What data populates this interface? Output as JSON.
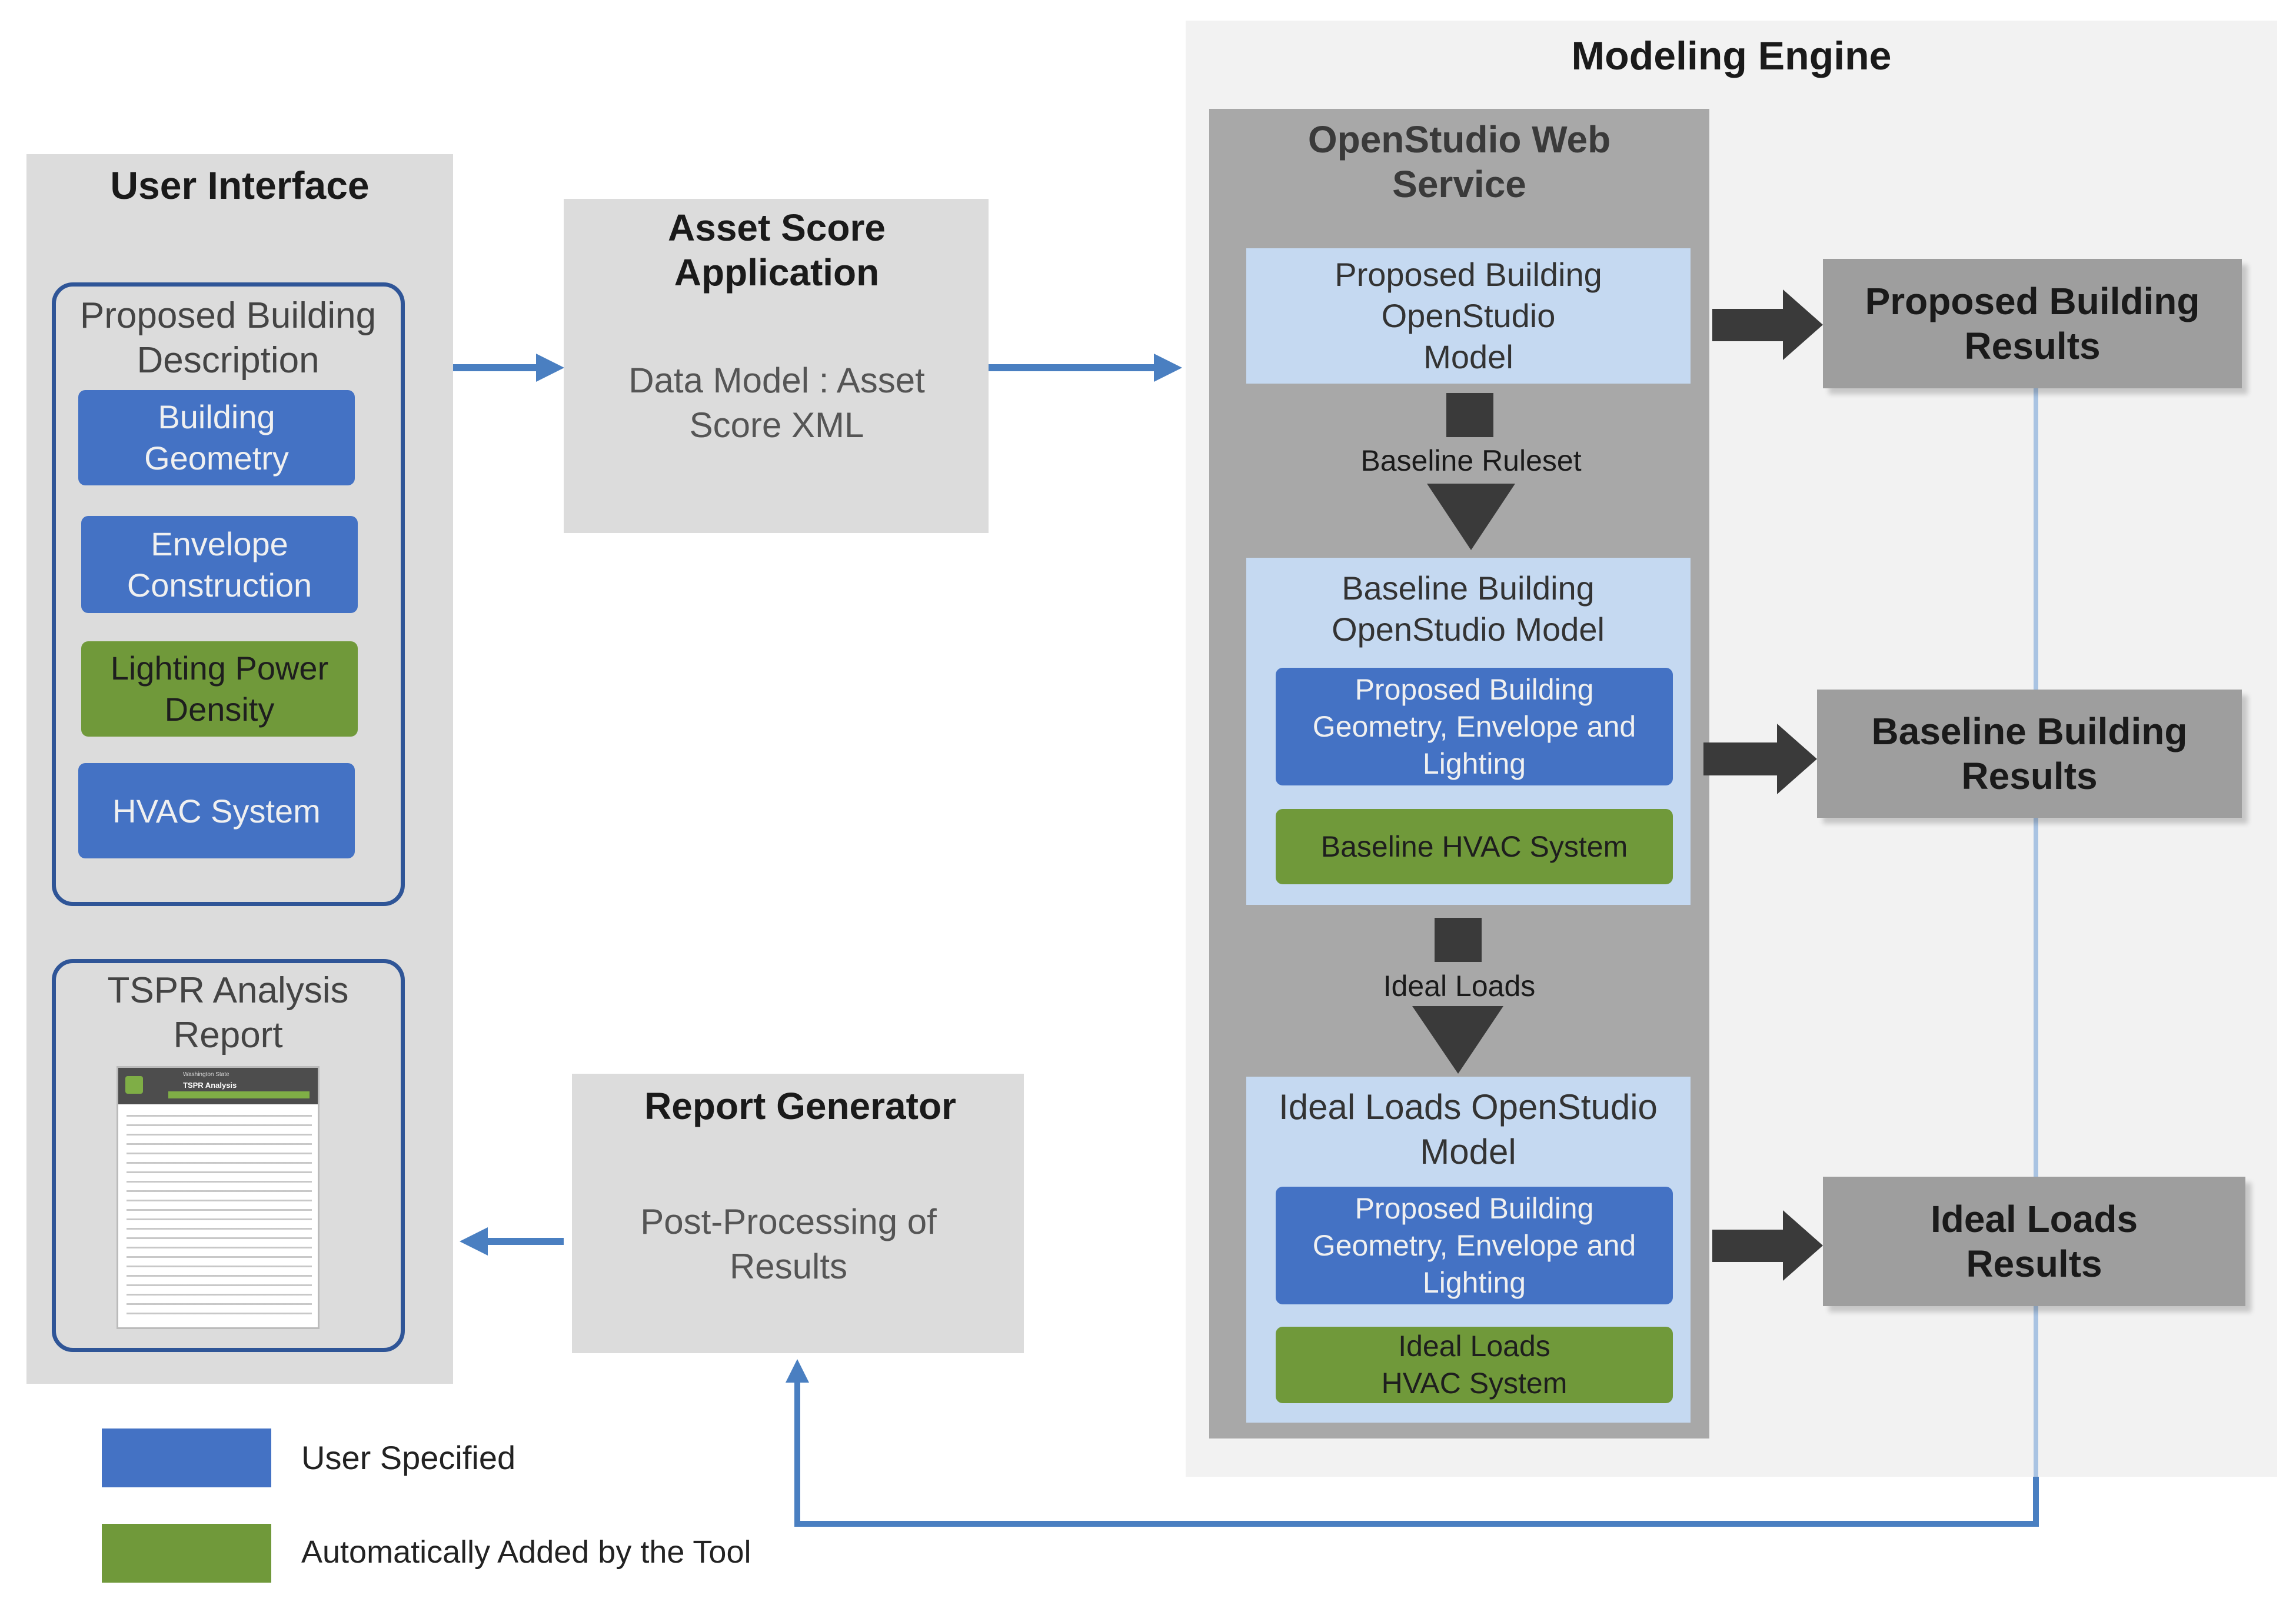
{
  "user_interface": {
    "title": "User Interface",
    "proposed_description": {
      "title": "Proposed Building Description",
      "items": [
        {
          "label": "Building Geometry",
          "kind": "user"
        },
        {
          "label": "Envelope Construction",
          "kind": "user"
        },
        {
          "label": "Lighting Power Density",
          "kind": "auto"
        },
        {
          "label": "HVAC System",
          "kind": "user"
        }
      ]
    },
    "report": {
      "title": "TSPR Analysis Report",
      "thumb_header_line1": "Washington State",
      "thumb_header_line2": "TSPR Analysis"
    }
  },
  "asset_score": {
    "title": "Asset Score Application",
    "body": "Data Model : Asset Score XML"
  },
  "report_generator": {
    "title": "Report Generator",
    "body": "Post-Processing of Results"
  },
  "modeling_engine": {
    "title": "Modeling Engine",
    "web_service": {
      "title": "OpenStudio Web Service",
      "proposed_model": "Proposed Building OpenStudio Model",
      "ruleset_label": "Baseline Ruleset",
      "baseline_model": {
        "title": "Baseline Building OpenStudio Model",
        "geometry": "Proposed Building Geometry, Envelope and Lighting",
        "hvac": "Baseline HVAC System"
      },
      "ideal_loads_label": "Ideal Loads",
      "ideal_model": {
        "title": "Ideal Loads OpenStudio Model",
        "geometry": "Proposed Building Geometry, Envelope and Lighting",
        "hvac": "Ideal Loads HVAC System"
      }
    },
    "results": {
      "proposed": "Proposed Building Results",
      "baseline": "Baseline Building Results",
      "ideal": "Ideal Loads Results"
    }
  },
  "legend": {
    "user_specified": "User Specified",
    "auto_added": "Automatically Added by the Tool"
  },
  "colors": {
    "user_specified": "#4472c4",
    "auto_added": "#70993a",
    "panel": "#dcdcdc",
    "light_blue": "#c5d9f1",
    "result_gray": "#9e9e9e",
    "arrow_blue": "#4a7fc1",
    "dark_arrow": "#3a3a3a"
  }
}
